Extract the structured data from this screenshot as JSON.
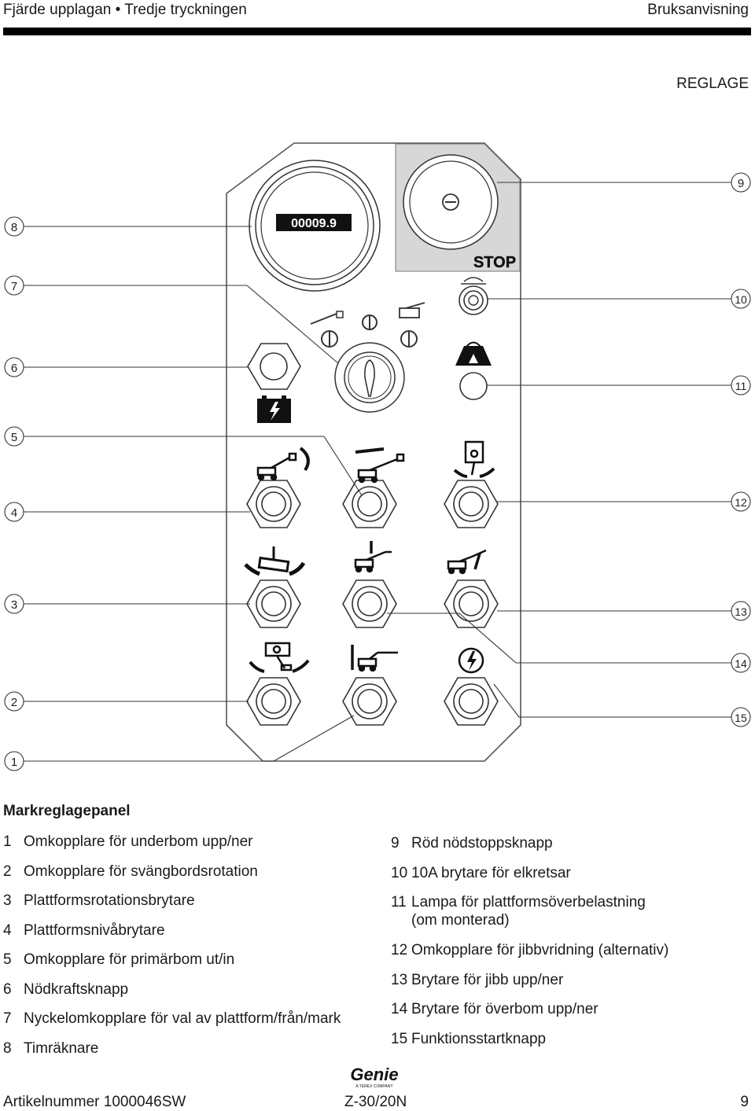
{
  "header": {
    "edition": "Fjärde upplagan • Tredje tryckningen",
    "doc_type": "Bruksanvisning"
  },
  "section_title": "REGLAGE",
  "diagram": {
    "hour_meter_reading": "00009.9",
    "stop_label": "STOP",
    "callouts_left": [
      "8",
      "7",
      "6",
      "5",
      "4",
      "3",
      "2",
      "1"
    ],
    "callouts_right": [
      "9",
      "10",
      "11",
      "12",
      "13",
      "14",
      "15"
    ]
  },
  "legend": {
    "title": "Markreglagepanel",
    "left_items": [
      {
        "num": "1",
        "text": "Omkopplare för underbom upp/ner"
      },
      {
        "num": "2",
        "text": "Omkopplare för svängbordsrotation"
      },
      {
        "num": "3",
        "text": "Plattformsrotationsbrytare"
      },
      {
        "num": "4",
        "text": "Plattformsnivåbrytare"
      },
      {
        "num": "5",
        "text": "Omkopplare för primärbom ut/in"
      },
      {
        "num": "6",
        "text": "Nödkraftsknapp"
      },
      {
        "num": "7",
        "text": "Nyckelomkopplare för val av plattform/från/mark"
      },
      {
        "num": "8",
        "text": "Timräknare"
      }
    ],
    "right_items": [
      {
        "num": "9",
        "text": "Röd nödstoppsknapp"
      },
      {
        "num": "10",
        "text": "10A brytare för elkretsar"
      },
      {
        "num": "11",
        "text": "Lampa för plattformsöverbelastning\n(om monterad)"
      },
      {
        "num": "12",
        "text": "Omkopplare för jibbvridning (alternativ)"
      },
      {
        "num": "13",
        "text": "Brytare för jibb upp/ner"
      },
      {
        "num": "14",
        "text": "Brytare för överbom upp/ner"
      },
      {
        "num": "15",
        "text": "Funktionsstartknapp"
      }
    ]
  },
  "logo": {
    "brand": "Genie",
    "tagline": "A TEREX COMPANY"
  },
  "footer": {
    "part_number": "Artikelnummer  1000046SW",
    "model": "Z-30/20N",
    "page": "9"
  }
}
